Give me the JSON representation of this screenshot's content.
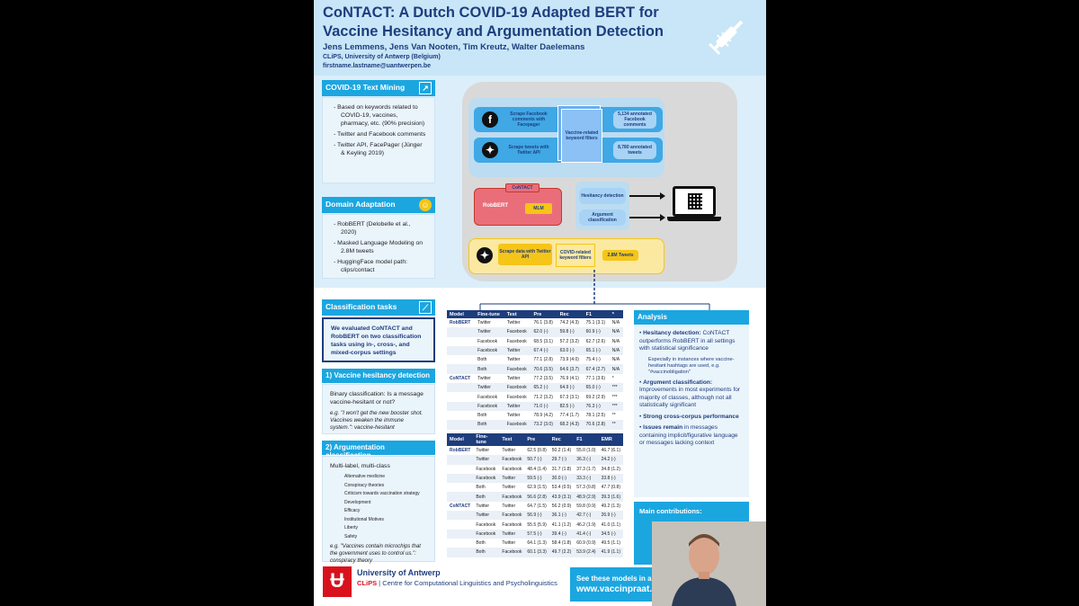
{
  "header": {
    "title": "CoNTACT: A Dutch COVID-19 Adapted BERT for Vaccine Hesitancy and Argumentation Detection",
    "authors": "Jens Lemmens, Jens Van Nooten, Tim Kreutz, Walter Daelemans",
    "affiliation": "CLiPS, University of Antwerp (Belgium)",
    "email": "firstname.lastname@uantwerpen.be"
  },
  "text_mining": {
    "title": "COVID-19 Text Mining",
    "items": [
      "Based on keywords related to COVID-19, vaccines, pharmacy, etc. (90% precision)",
      "Twitter and Facebook comments",
      "Twitter API, FacePager (Jünger & Keyling 2019)"
    ]
  },
  "domain_adaptation": {
    "title": "Domain Adaptation",
    "items": [
      "RobBERT (Delobelle et al., 2020)",
      "Masked Language Modeling on 2.8M tweets",
      "HuggingFace model path: clips/contact"
    ]
  },
  "diagram": {
    "scrape_fb": "Scrape Facebook comments with Facepager",
    "scrape_tw": "Scrape tweets with Twitter API",
    "vaccine_filters": "Vaccine-related keyword filters",
    "fb_annotated": "5,134 annotated Facebook comments",
    "tw_annotated": "8,780 annotated tweets",
    "contact": "CoNTACT",
    "robbert": "RobBERT",
    "mlm": "MLM",
    "hesitancy": "Hesitancy detection",
    "argument": "Argument classification",
    "scrape_tw2": "Scrape data with Twitter API",
    "covid_filters": "COVID-related keyword filters",
    "tweets_2_8m": "2.8M Tweets"
  },
  "classification": {
    "title": "Classification tasks",
    "summary": "We evaluated CoNTACT and RobBERT on two classification tasks using in-, cross-, and mixed-corpus settings"
  },
  "vaccine_detection": {
    "title": "1) Vaccine hesitancy detection",
    "text": "Binary classification: Is a message vaccine-hesitant or not?",
    "example": "e.g. \"I won't get the new booster shot. Vaccines weaken the immune system.\": vaccine-hesitant"
  },
  "argumentation": {
    "title": "2) Argumentation classification",
    "text": "Multi-label, multi-class",
    "classes": [
      "Alternative medicine",
      "Conspiracy theories",
      "Criticism towards vaccination strategy",
      "Development",
      "Efficacy",
      "Institutional Motives",
      "Liberty",
      "Safety"
    ],
    "example": "e.g. \"Vaccines contain microchips that the government uses to control us.\": conspiracy theory"
  },
  "table1": {
    "headers": [
      "Model",
      "Fine-tune",
      "Test",
      "Pre",
      "Rec",
      "F1",
      "*"
    ],
    "rows": [
      [
        "RobBERT",
        "Twitter",
        "Twitter",
        "76.1 (3.8)",
        "74.2 (4.3)",
        "75.1 (3.1)",
        "N/A"
      ],
      [
        "",
        "Twitter",
        "Facebook",
        "62.0 (-)",
        "59.8 (-)",
        "60.9 (-)",
        "N/A"
      ],
      [
        "",
        "Facebook",
        "Facebook",
        "68.5 (3.1)",
        "57.2 (3.2)",
        "62.7 (2.6)",
        "N/A"
      ],
      [
        "",
        "Facebook",
        "Twitter",
        "67.4 (-)",
        "63.0 (-)",
        "65.1 (-)",
        "N/A"
      ],
      [
        "",
        "Both",
        "Twitter",
        "77.1 (2.8)",
        "73.9 (4.0)",
        "75.4 (-)",
        "N/A"
      ],
      [
        "",
        "Both",
        "Facebook",
        "70.6 (3.5)",
        "64.6 (3.7)",
        "67.4 (2.7)",
        "N/A"
      ],
      [
        "CoNTACT",
        "Twitter",
        "Twitter",
        "77.2 (3.5)",
        "76.9 (4.1)",
        "77.1 (3.6)",
        "*"
      ],
      [
        "",
        "Twitter",
        "Facebook",
        "65.2 (-)",
        "64.9 (-)",
        "65.0 (-)",
        "***"
      ],
      [
        "",
        "Facebook",
        "Facebook",
        "71.2 (3.2)",
        "67.3 (3.1)",
        "69.2 (2.9)",
        "***"
      ],
      [
        "",
        "Facebook",
        "Twitter",
        "71.0 (-)",
        "82.5 (-)",
        "76.3 (-)",
        "***"
      ],
      [
        "",
        "Both",
        "Twitter",
        "78.9 (4.2)",
        "77.4 (1.7)",
        "78.1 (2.5)",
        "**"
      ],
      [
        "",
        "Both",
        "Facebook",
        "73.2 (3.0)",
        "68.2 (4.3)",
        "70.6 (2.8)",
        "**"
      ]
    ]
  },
  "table2": {
    "headers": [
      "Model",
      "Fine-tune",
      "Test",
      "Pre",
      "Rec",
      "F1",
      "EMR"
    ],
    "rows": [
      [
        "RobBERT",
        "Twitter",
        "Twitter",
        "62.5 (0.8)",
        "50.2 (1.4)",
        "55.0 (1.0)",
        "46.7 (6.1)"
      ],
      [
        "",
        "Twitter",
        "Facebook",
        "50.7 (-)",
        "29.7 (-)",
        "36.3 (-)",
        "24.2 (-)"
      ],
      [
        "",
        "Facebook",
        "Facebook",
        "48.4 (1.4)",
        "31.7 (1.8)",
        "37.3 (1.7)",
        "34.8 (1.2)"
      ],
      [
        "",
        "Facebook",
        "Twitter",
        "59.5 (-)",
        "30.0 (-)",
        "33.3 (-)",
        "33.8 (-)"
      ],
      [
        "",
        "Both",
        "Twitter",
        "62.9 (1.5)",
        "53.4 (0.5)",
        "57.3 (0.8)",
        "47.7 (0.8)"
      ],
      [
        "",
        "Both",
        "Facebook",
        "56.6 (2.8)",
        "43.9 (3.1)",
        "48.9 (2.9)",
        "39.3 (1.6)"
      ],
      [
        "CoNTACT",
        "Twitter",
        "Twitter",
        "64.7 (1.5)",
        "56.2 (0.9)",
        "59.8 (0.9)",
        "49.2 (1.3)"
      ],
      [
        "",
        "Twitter",
        "Facebook",
        "56.9 (-)",
        "36.1 (-)",
        "42.7 (-)",
        "26.9 (-)"
      ],
      [
        "",
        "Facebook",
        "Facebook",
        "55.5 (5.9)",
        "41.1 (1.2)",
        "46.2 (1.9)",
        "41.0 (1.1)"
      ],
      [
        "",
        "Facebook",
        "Twitter",
        "57.5 (-)",
        "39.4 (-)",
        "41.4 (-)",
        "34.5 (-)"
      ],
      [
        "",
        "Both",
        "Twitter",
        "64.1 (1.3)",
        "58.4 (1.8)",
        "60.9 (0.9)",
        "49.5 (1.1)"
      ],
      [
        "",
        "Both",
        "Facebook",
        "60.1 (3.3)",
        "49.7 (2.2)",
        "53.9 (2.4)",
        "41.9 (1.1)"
      ]
    ]
  },
  "analysis": {
    "title": "Analysis",
    "p1_head": "Hesitancy detection:",
    "p1_text": "CoNTACT outperforms RobBERT in all settings with statistical significance",
    "p1_sub": "Especially in instances where vaccine-hesitant hashtags are used, e.g. \"#vaccinobligation\"",
    "p2_head": "Argument classification:",
    "p2_text": "Improvements in most experiments for majority of classes, although not all statistically significant",
    "p3_head": "Strong cross-corpus performance",
    "p4_head": "Issues remain",
    "p4_text": "in messages containing implicit/figurative language or messages lacking context"
  },
  "contributions": {
    "title": "Main contributions:"
  },
  "footer": {
    "university": "University of Antwerp",
    "clips": "CLiPS",
    "clips_full": "Centre for Computational Linguistics and Psycholinguistics",
    "see_models": "See these models in act",
    "url": "www.vaccinpraat.u"
  }
}
